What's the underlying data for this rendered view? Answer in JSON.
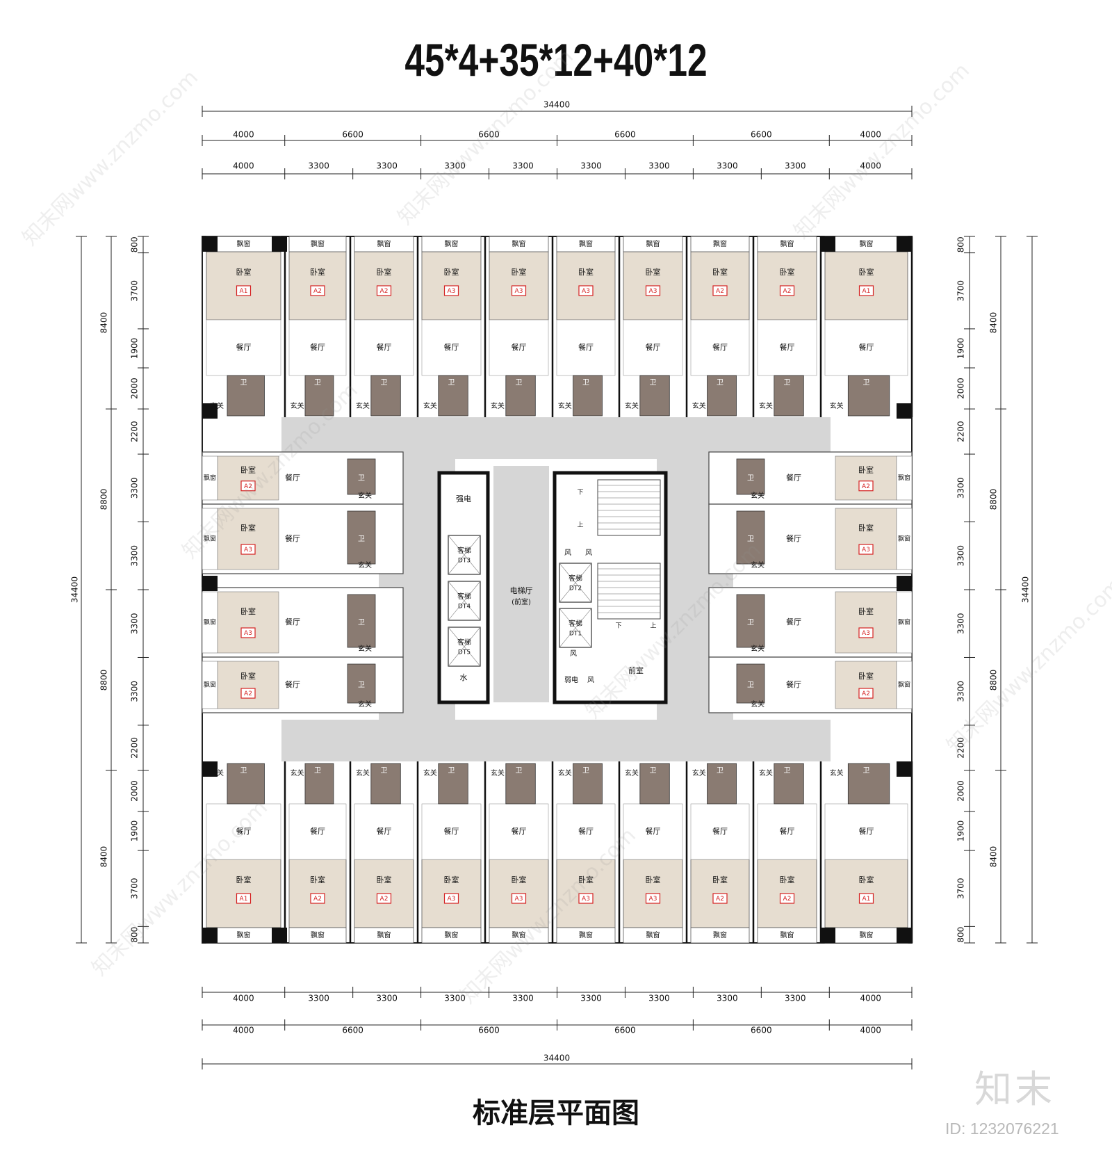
{
  "title_top": "45*4+35*12+40*12",
  "title_bottom": "标准层平面图",
  "brand": {
    "logo": "知末",
    "id": "ID: 1232076221",
    "watermark": "知末网www.znzmo.com"
  },
  "dimensions": {
    "top_total": "34400",
    "top_row1": [
      "4000",
      "6600",
      "6600",
      "6600",
      "6600",
      "4000"
    ],
    "top_row2": [
      "4000",
      "3300",
      "3300",
      "3300",
      "3300",
      "3300",
      "3300",
      "3300",
      "3300",
      "4000"
    ],
    "bottom_row1": [
      "4000",
      "3300",
      "3300",
      "3300",
      "3300",
      "3300",
      "3300",
      "3300",
      "3300",
      "4000"
    ],
    "bottom_row2": [
      "4000",
      "6600",
      "6600",
      "6600",
      "6600",
      "4000"
    ],
    "bottom_total": "34400",
    "left_total": "34400",
    "left_mid": [
      "8400",
      "8800",
      "8800",
      "8400"
    ],
    "left_inner": [
      "800",
      "3700",
      "1900",
      "2000",
      "2200",
      "3300",
      "3300",
      "3300",
      "3300",
      "2200",
      "2000",
      "1900",
      "3700",
      "800"
    ],
    "right_inner": [
      "800",
      "3700",
      "1900",
      "2000",
      "2200",
      "3300",
      "3300",
      "3300",
      "3300",
      "2200",
      "2000",
      "1900",
      "3700",
      "800"
    ],
    "right_mid": [
      "8400",
      "8800",
      "8800",
      "8400"
    ],
    "right_total": "34400"
  },
  "rooms": {
    "bedroom": "卧室",
    "dining": "餐厅",
    "bath": "卫",
    "entry": "玄关",
    "bay_window": "飘窗",
    "lobby": "电梯厅",
    "lobby_sub": "(前室)",
    "strong_elec": "强电",
    "weak_elec": "弱电",
    "water": "水",
    "wind": "风",
    "front_room": "前室",
    "elevator": "客梯",
    "stair_up": "上",
    "stair_down": "下"
  },
  "unit_types": [
    "A1",
    "A2",
    "A3"
  ],
  "elevators": [
    "DT1",
    "DT2",
    "DT3",
    "DT4",
    "DT5"
  ],
  "colors": {
    "room_fill": "#e6ddd0",
    "bath_fill": "#8a7b72",
    "corridor": "#d6d6d6",
    "wall": "#111111",
    "tag": "#d42020"
  }
}
